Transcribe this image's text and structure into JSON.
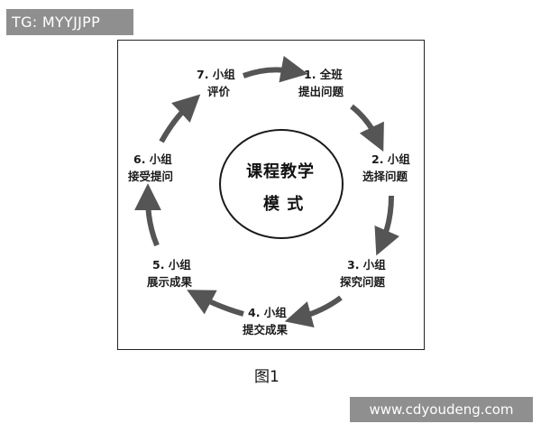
{
  "overlay_top": "TG: MYYJJPP",
  "overlay_bottom": "www.cdyoudeng.com",
  "caption": "图1",
  "center": {
    "line1": "课程教学",
    "line2": "模 式"
  },
  "steps": [
    {
      "line1": "1. 全班",
      "line2": "提出问题"
    },
    {
      "line1": "2. 小组",
      "line2": "选择问题"
    },
    {
      "line1": "3. 小组",
      "line2": "探究问题"
    },
    {
      "line1": "4. 小组",
      "line2": "提交成果"
    },
    {
      "line1": "5. 小组",
      "line2": "展示成果"
    },
    {
      "line1": "6. 小组",
      "line2": "接受提问"
    },
    {
      "line1": "7. 小组",
      "line2": "评价"
    }
  ],
  "colors": {
    "arrow": "#555555",
    "overlay": "#8f8f8f"
  }
}
